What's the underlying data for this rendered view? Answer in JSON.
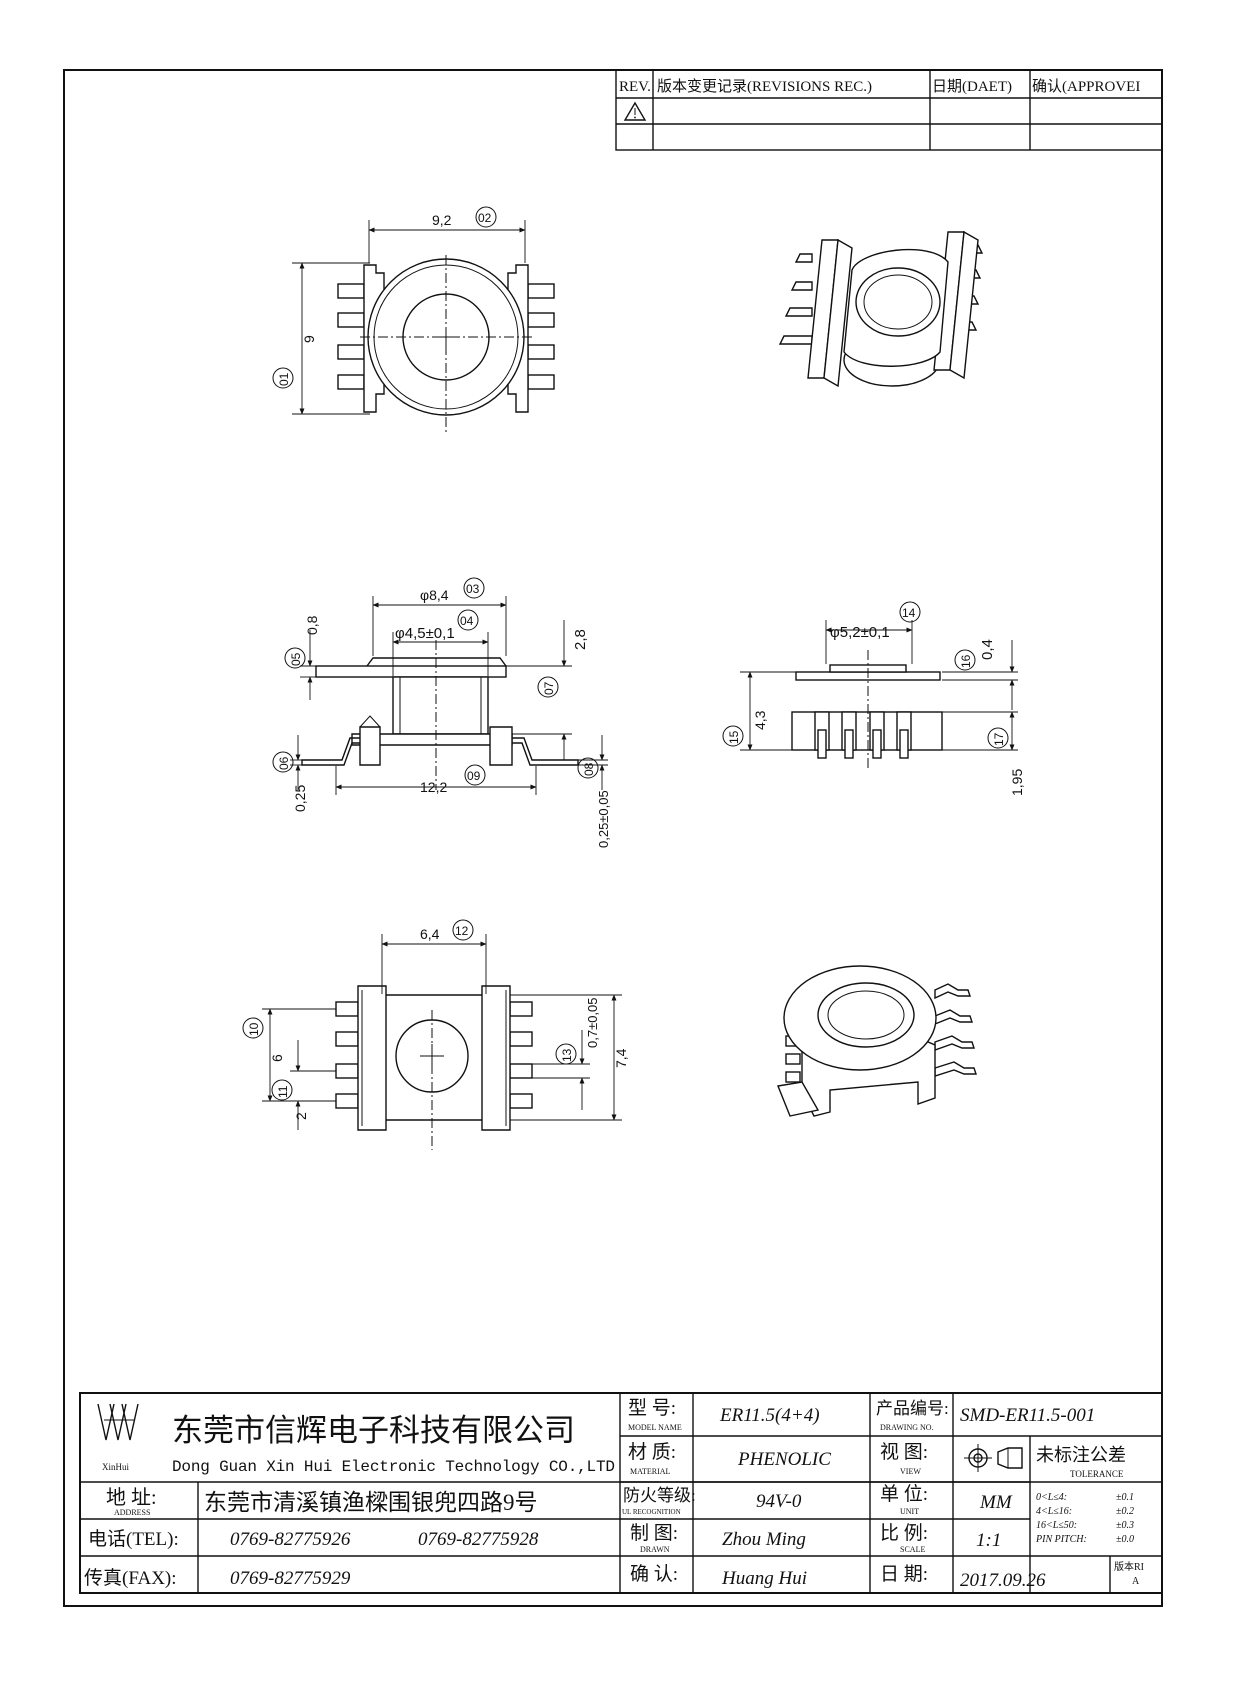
{
  "revision_table": {
    "headers": [
      "REV.",
      "版本变更记录(REVISIONS REC.)",
      "日期(DAET)",
      "确认(APPROVEI"
    ],
    "rows": [
      [
        "",
        "",
        "",
        ""
      ]
    ]
  },
  "dimensions": {
    "d01": "01",
    "d01_value": "9",
    "d02": "02",
    "d02_value": "9,2",
    "d03": "03",
    "d03_value": "φ8,4",
    "d04": "04",
    "d04_value": "φ4,5±0,1",
    "d05": "05",
    "d05_value": "0,8",
    "d06": "06",
    "d06_value": "0,25",
    "d07": "07",
    "d07_value": "2,8",
    "d08": "08",
    "d08_value": "0,25±0,05",
    "d09": "09",
    "d09_value": "12,2",
    "d10": "10",
    "d10_value": "6",
    "d11": "11",
    "d11_value": "2",
    "d12": "12",
    "d12_value": "6,4",
    "d13": "13",
    "d13_value": "0,7±0,05",
    "d13b_value": "7,4",
    "d14": "14",
    "d14_value": "φ5,2±0,1",
    "d15": "15",
    "d15_value": "4,3",
    "d16": "16",
    "d16_value": "0,4",
    "d17": "17",
    "d17_value": "1,95"
  },
  "title_block": {
    "logo_text": "XinHui",
    "company_cn": "东莞市信辉电子科技有限公司",
    "company_en": "Dong Guan Xin Hui Electronic Technology CO.,LTD",
    "address_label": "地 址:",
    "address_label_en": "ADDRESS",
    "address_value": "东莞市清溪镇渔樑围银兜四路9号",
    "tel_label": "电话(TEL):",
    "tel_1": "0769-82775926",
    "tel_2": "0769-82775928",
    "fax_label": "传真(FAX):",
    "fax_value": "0769-82775929",
    "model_label": "型 号:",
    "model_label_en": "MODEL NAME",
    "model_value": "ER11.5(4+4)",
    "material_label": "材 质:",
    "material_label_en": "MATERIAL",
    "material_value": "PHENOLIC",
    "ul_label": "防火等级:",
    "ul_label_en": "UL RECOGNITION",
    "ul_value": "94V-0",
    "drawn_label": "制 图:",
    "drawn_label_en": "DRAWN",
    "drawn_value": "Zhou Ming",
    "approve_label": "确 认:",
    "approve_value": "Huang Hui",
    "drawing_no_label": "产品编号:",
    "drawing_no_label_en": "DRAWING NO.",
    "drawing_no_value": "SMD-ER11.5-001",
    "view_label": "视 图:",
    "view_label_en": "VIEW",
    "tolerance_label": "未标注公差",
    "tolerance_label_en": "TOLERANCE",
    "unit_label": "单 位:",
    "unit_label_en": "UNIT",
    "unit_value": "MM",
    "scale_label": "比 例:",
    "scale_label_en": "SCALE",
    "scale_value": "1:1",
    "date_label": "日 期:",
    "date_value": "2017.09.26",
    "version_label": "版本RI",
    "version_value": "A",
    "tolerances": [
      {
        "range": "0<L≤4:",
        "value": "±0.1"
      },
      {
        "range": "4<L≤16:",
        "value": "±0.2"
      },
      {
        "range": "16<L≤50:",
        "value": "±0.3"
      },
      {
        "range": "PIN PITCH:",
        "value": "±0.0"
      }
    ]
  }
}
